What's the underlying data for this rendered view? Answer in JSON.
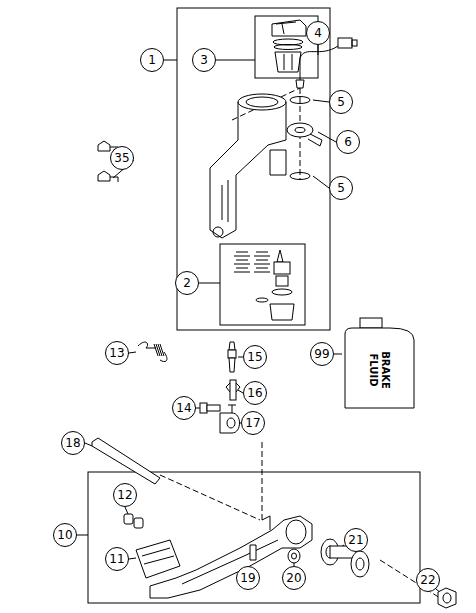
{
  "diagram": {
    "labels": [
      "1",
      "3",
      "4",
      "5",
      "6",
      "5",
      "35",
      "2",
      "13",
      "15",
      "99",
      "16",
      "14",
      "17",
      "BRAKE FLUID",
      "18",
      "12",
      "10",
      "11",
      "21",
      "19",
      "20",
      "22"
    ]
  }
}
